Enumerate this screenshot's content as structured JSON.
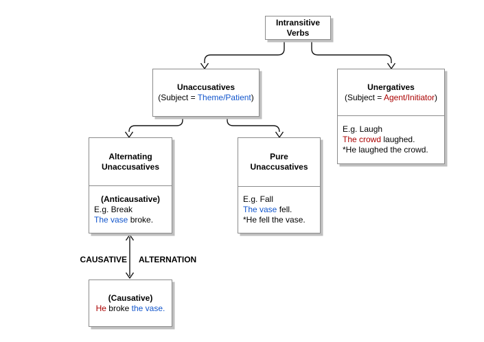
{
  "colors": {
    "role_blue": "#1155CC",
    "role_red": "#AA0000",
    "box_border": "#8a8a8a",
    "connector": "#141414"
  },
  "nodes": {
    "intransitive": {
      "line1": "Intransitive",
      "line2": "Verbs"
    },
    "unaccusatives": {
      "title": "Unaccusatives",
      "sub_pre": "(Subject = ",
      "sub_role": "Theme/Patient",
      "sub_post": ")"
    },
    "unergatives": {
      "title": "Unergatives",
      "sub_pre": "(Subject = ",
      "sub_role": "Agent/Initiator",
      "sub_post": ")",
      "ex_label": "E.g. Laugh",
      "ex_subject": "The crowd",
      "ex_rest": " laughed.",
      "ex_star": "*He laughed the crowd."
    },
    "alternating": {
      "line1": "Alternating",
      "line2": "Unaccusatives",
      "sub_title": "(Anticausative)",
      "ex_label": "E.g. Break",
      "ex_subject": "The vase",
      "ex_rest": " broke."
    },
    "pure": {
      "line1": "Pure",
      "line2": "Unaccusatives",
      "ex_label": "E.g. Fall",
      "ex_subject": "The vase",
      "ex_rest": " fell.",
      "ex_star": "*He fell the vase."
    },
    "causative": {
      "title": "(Causative)",
      "ex_red": "He",
      "ex_mid": " broke ",
      "ex_blue": "the vase."
    }
  },
  "alternation": {
    "left": "CAUSATIVE",
    "right": "ALTERNATION"
  }
}
